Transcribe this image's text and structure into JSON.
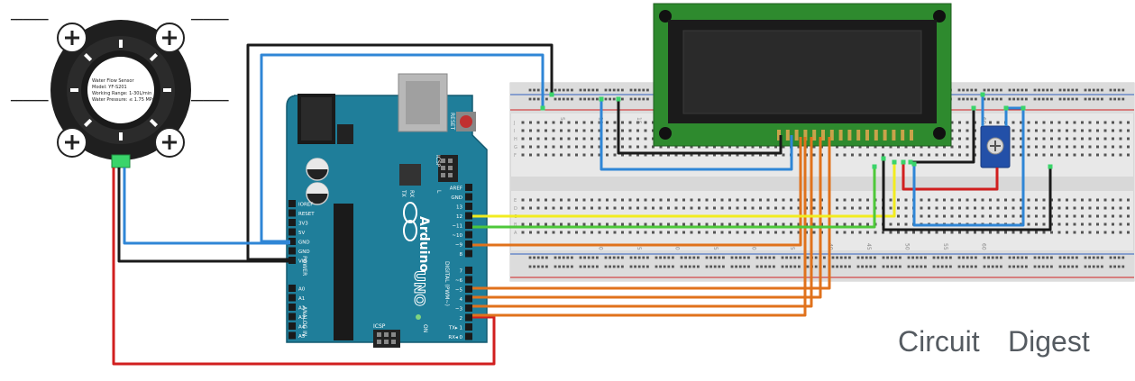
{
  "sensor": {
    "label_lines": [
      "Water Flow Sensor",
      "Model: YF-S201",
      "Working Range: 1-30L/min",
      "Water Pressure: ≤ 1.75 MPa"
    ]
  },
  "arduino": {
    "reset_label": "RESET",
    "icsp_label": "ICSP",
    "icsp_bottom_label": "ICSP",
    "tx_label": "TX",
    "rx_label": "RX",
    "l_label": "L",
    "brand_text": "Arduino",
    "model_text": "UNO",
    "on_label": "ON",
    "digital_label": "DIGITAL (PWM~)",
    "analog_label": "ANALOG IN",
    "power_label": "POWER",
    "power_pins": [
      "IOREF",
      "RESET",
      "3V3",
      "5V",
      "GND",
      "GND",
      "VIN"
    ],
    "analog_pins": [
      "A0",
      "A1",
      "A2",
      "A3",
      "A4",
      "A5"
    ],
    "top_pins": [
      "AREF",
      "GND",
      "13",
      "12",
      "~11",
      "~10",
      "~9",
      "8"
    ],
    "bottom_pins": [
      "7",
      "~6",
      "~5",
      "4",
      "~3",
      "2",
      "TX▸ 1",
      "RX◂ 0"
    ]
  },
  "breadboard": {
    "column_numbers": [
      "5",
      "10",
      "15",
      "20",
      "25",
      "30",
      "35",
      "40",
      "45",
      "50",
      "55",
      "60"
    ],
    "row_letters": [
      "J",
      "I",
      "H",
      "G",
      "F",
      "E",
      "D",
      "C",
      "B",
      "A"
    ]
  },
  "brand": {
    "part1": "Circuit",
    "part2": "Digest"
  },
  "colors": {
    "arduino": "#1f7e9a",
    "lcd_pcb": "#2e8a2e",
    "wire_black": "#1a1a1a",
    "wire_blue": "#2f86d6",
    "wire_red": "#d11f1f",
    "wire_yellow": "#f2ec1f",
    "wire_green": "#4ec83a",
    "wire_orange": "#e0721c",
    "brand_text": "#555b61"
  }
}
